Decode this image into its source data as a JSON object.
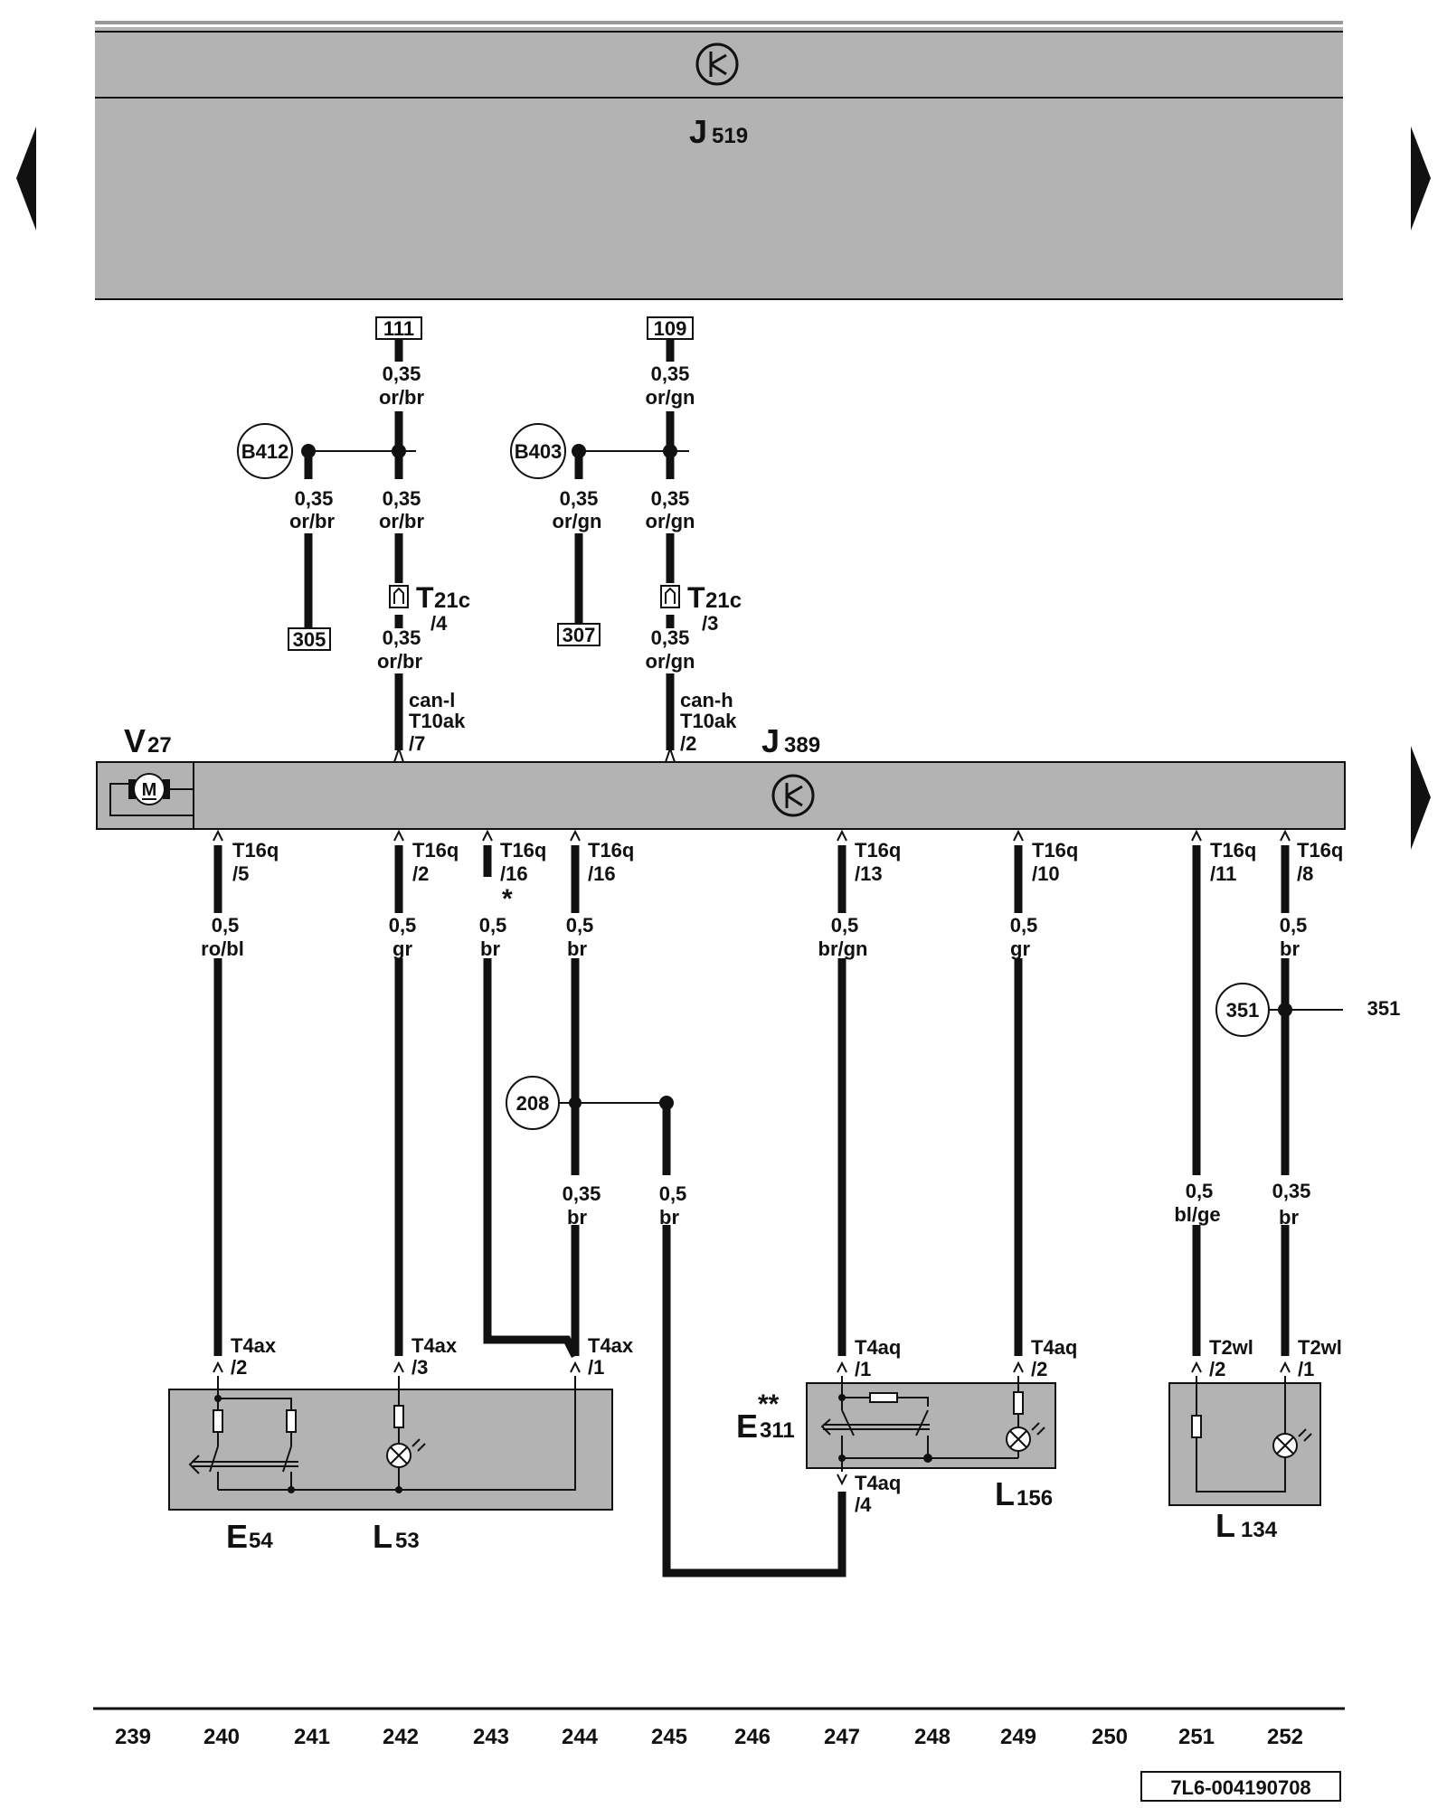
{
  "navigation": {
    "prev_icon": "arrow-left-icon",
    "next_icon": "arrow-right-icon"
  },
  "components": {
    "j519": {
      "letter": "J",
      "number": "519"
    },
    "j389": {
      "letter": "J",
      "number": "389"
    },
    "v27": {
      "letter": "V",
      "number": "27",
      "symbol": "M"
    },
    "e54": {
      "letter": "E",
      "number": "54"
    },
    "l53": {
      "letter": "L",
      "number": "53"
    },
    "e311": {
      "letter": "E",
      "number": "311",
      "marker": "**"
    },
    "l156": {
      "letter": "L",
      "number": "156"
    },
    "l134": {
      "letter": "L",
      "number": "134"
    }
  },
  "refs": {
    "r111": "111",
    "r109": "109",
    "r305": "305",
    "r307": "307",
    "b412": "B412",
    "b403": "B403",
    "c208": "208",
    "c351": "351",
    "t351": "351"
  },
  "wires": {
    "w111_top": {
      "size": "0,35",
      "color": "or/br"
    },
    "w109_top": {
      "size": "0,35",
      "color": "or/gn"
    },
    "b412_drop": {
      "size": "0,35",
      "color": "or/br"
    },
    "w111_mid": {
      "size": "0,35",
      "color": "or/br"
    },
    "b403_drop": {
      "size": "0,35",
      "color": "or/gn"
    },
    "w109_mid": {
      "size": "0,35",
      "color": "or/gn"
    },
    "w111_low": {
      "size": "0,35",
      "color": "or/br"
    },
    "w109_low": {
      "size": "0,35",
      "color": "or/gn"
    },
    "w240": {
      "size": "0,5",
      "color": "ro/bl"
    },
    "w242": {
      "size": "0,5",
      "color": "gr"
    },
    "w243": {
      "size": "0,5",
      "color": "br"
    },
    "w244": {
      "size": "0,5",
      "color": "br"
    },
    "w247": {
      "size": "0,5",
      "color": "br/gn"
    },
    "w249": {
      "size": "0,5",
      "color": "gr"
    },
    "w252": {
      "size": "0,5",
      "color": "br"
    },
    "w244_low": {
      "size": "0,35",
      "color": "br"
    },
    "w245": {
      "size": "0,5",
      "color": "br"
    },
    "w251": {
      "size": "0,5",
      "color": "bl/ge"
    },
    "w252_low": {
      "size": "0,35",
      "color": "br"
    }
  },
  "connectors": {
    "t21c_a": {
      "name": "T",
      "sub": "21c",
      "pin": "/4"
    },
    "t21c_b": {
      "name": "T",
      "sub": "21c",
      "pin": "/3"
    },
    "t10ak_a": {
      "signal": "can-l",
      "name": "T10ak",
      "pin": "/7"
    },
    "t10ak_b": {
      "signal": "can-h",
      "name": "T10ak",
      "pin": "/2"
    },
    "p240": {
      "name": "T16q",
      "pin": "/5"
    },
    "p242": {
      "name": "T16q",
      "pin": "/2"
    },
    "p243": {
      "name": "T16q",
      "pin": "/16",
      "marker": "*"
    },
    "p244": {
      "name": "T16q",
      "pin": "/16"
    },
    "p247": {
      "name": "T16q",
      "pin": "/13"
    },
    "p249": {
      "name": "T16q",
      "pin": "/10"
    },
    "p251": {
      "name": "T16q",
      "pin": "/11"
    },
    "p252": {
      "name": "T16q",
      "pin": "/8"
    },
    "q240": {
      "name": "T4ax",
      "pin": "/2"
    },
    "q242": {
      "name": "T4ax",
      "pin": "/3"
    },
    "q244": {
      "name": "T4ax",
      "pin": "/1"
    },
    "q247": {
      "name": "T4aq",
      "pin": "/1"
    },
    "q249": {
      "name": "T4aq",
      "pin": "/2"
    },
    "q247b": {
      "name": "T4aq",
      "pin": "/4"
    },
    "q251": {
      "name": "T2wl",
      "pin": "/2"
    },
    "q252": {
      "name": "T2wl",
      "pin": "/1"
    }
  },
  "grid_numbers": [
    "239",
    "240",
    "241",
    "242",
    "243",
    "244",
    "245",
    "246",
    "247",
    "248",
    "249",
    "250",
    "251",
    "252"
  ],
  "doc_id": "7L6-004190708"
}
